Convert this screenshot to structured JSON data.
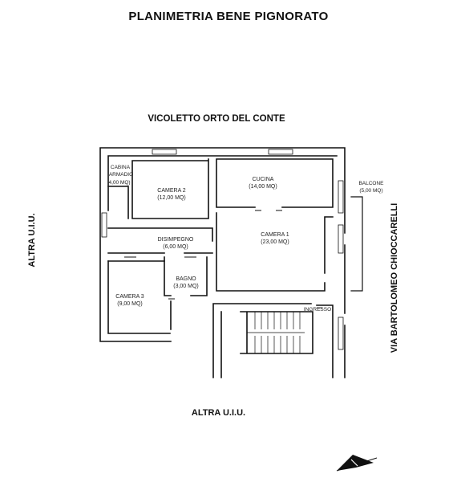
{
  "title": "PLANIMETRIA BENE PIGNORATO",
  "labels": {
    "street_top": "VICOLETTO ORTO DEL CONTE",
    "street_bottom": "ALTRA U.I.U.",
    "left_side": "ALTRA U.I.U.",
    "right_side": "VIA BARTOLOMEO CHIOCCARELLI"
  },
  "rooms": {
    "cabina_name_1": "CABINA",
    "cabina_name_2": "ARMADIO",
    "cabina_area": "4,00 MQ)",
    "camera2_name": "CAMERA 2",
    "camera2_area": "(12,00 MQ)",
    "cucina_name": "CUCINA",
    "cucina_area": "(14,00 MQ)",
    "balcone_name": "BALCONE",
    "balcone_area": "(5,00 MQ)",
    "disimpegno_name": "DISIMPEGNO",
    "disimpegno_area": "(6,00 MQ)",
    "camera1_name": "CAMERA 1",
    "camera1_area": "(23,00 MQ)",
    "bagno_name": "BAGNO",
    "bagno_area": "(3,00 MQ)",
    "camera3_name": "CAMERA 3",
    "camera3_area": "(9,00 MQ)",
    "ingresso_name": "INGRESSO"
  },
  "icons": {
    "north_arrow": "compass-arrow-icon"
  }
}
